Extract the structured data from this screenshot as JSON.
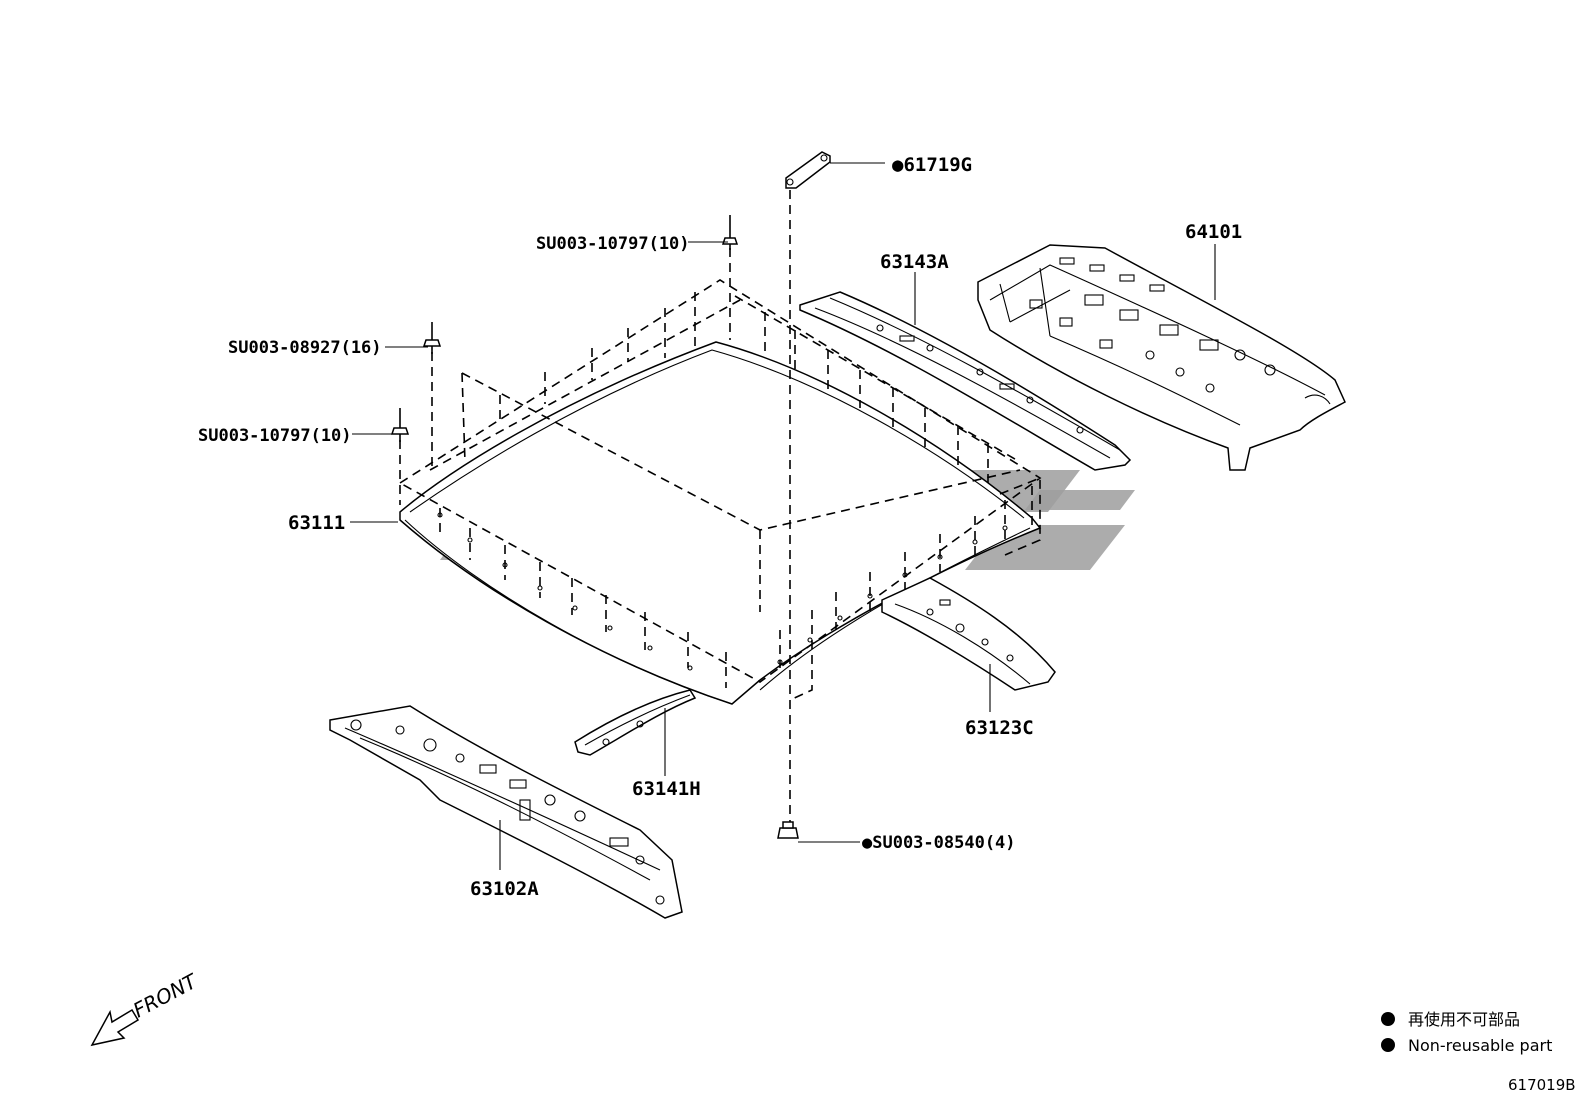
{
  "parts": {
    "p61719g": "●61719G",
    "p64101": "64101",
    "p63143a": "63143A",
    "su_10797_top": "SU003-10797(10)",
    "su_08927": "SU003-08927(16)",
    "su_10797_left": "SU003-10797(10)",
    "p63111": "63111",
    "p63123c": "63123C",
    "p63141h": "63141H",
    "p63102a": "63102A",
    "su_08540": "●SU003-08540(4)"
  },
  "front_label": "FRONT",
  "legend": {
    "jp": "再使用不可部品",
    "en": "Non-reusable part"
  },
  "diagram_code": "617019B"
}
